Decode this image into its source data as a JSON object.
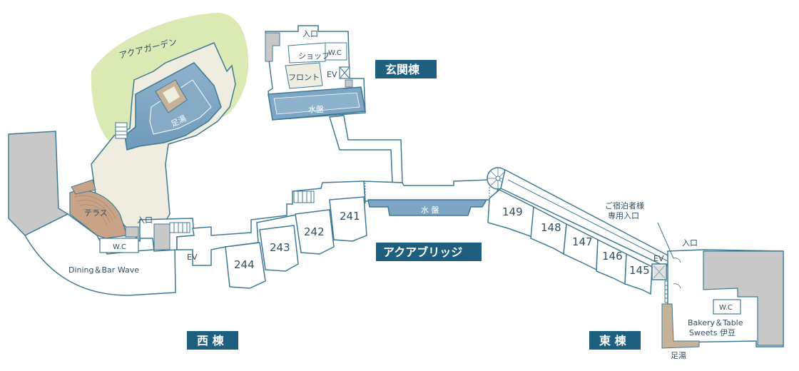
{
  "colors": {
    "outline": "#3f7a92",
    "water": "#7ea6c4",
    "water_dark": "#5f8fb2",
    "garden": "#dbe9b4",
    "terrace": "#c9a387",
    "floor": "#efece0",
    "gray": "#c8c8c8",
    "badge": "#1e5f7f",
    "foot_bath": "#c6b299"
  },
  "buildings": {
    "genkan": "玄関棟",
    "nishi": "西 棟",
    "higashi": "東 棟",
    "bridge": "アクアブリッジ"
  },
  "labels": {
    "aqua_garden": "アクアガーデン",
    "foot_bath": "足湯",
    "terrace": "テラス",
    "entrance": "入口",
    "wc": "W.C",
    "ev": "EV",
    "dining": "Dining＆Bar Wave",
    "shop": "ショップ",
    "front": "フロント",
    "suiban": "水盤",
    "suiban_bridge": "水 盤",
    "guest_entrance_line1": "ご宿泊者様",
    "guest_entrance_line2": "専用入口",
    "bakery_line1": "Bakery＆Table",
    "bakery_line2": "Sweets 伊豆"
  },
  "rooms": {
    "r241": "241",
    "r242": "242",
    "r243": "243",
    "r244": "244",
    "r145": "145",
    "r146": "146",
    "r147": "147",
    "r148": "148",
    "r149": "149"
  }
}
